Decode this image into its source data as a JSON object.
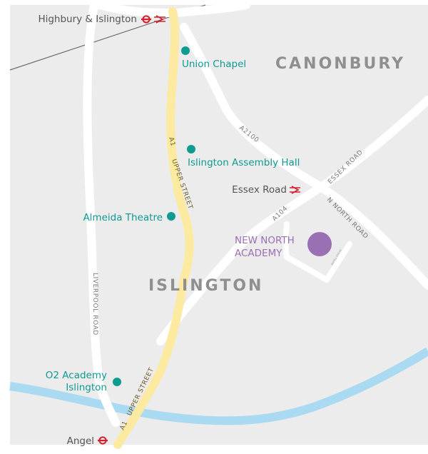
{
  "colors": {
    "land": "#ececec",
    "road": "#ffffff",
    "a1": "#fbeaa0",
    "water": "#a9daf1",
    "poi": "#0f9a92",
    "destination": "#9b6fb4",
    "rail": "#6f6f6f"
  },
  "areas": {
    "canonbury": "CANONBURY",
    "islington": "ISLINGTON"
  },
  "stations": [
    {
      "name": "Highbury & Islington",
      "icons": [
        "underground-icon",
        "national-rail-icon"
      ]
    },
    {
      "name": "Essex Road",
      "icons": [
        "national-rail-icon"
      ]
    },
    {
      "name": "Angel",
      "icons": [
        "underground-icon"
      ]
    }
  ],
  "poi": [
    {
      "name": "Union Chapel"
    },
    {
      "name": "Islington Assembly Hall"
    },
    {
      "name": "Almeida Theatre"
    },
    {
      "name": "O2 Academy",
      "name2": "Islington"
    }
  ],
  "destination": {
    "line1": "NEW NORTH",
    "line2": "ACADEMY"
  },
  "roads": {
    "a1": "A1",
    "upper_street": "UPPER STREET",
    "a1_lower": "A1",
    "upper_street_lower": "UPPER STREET",
    "a2100": "A2100",
    "essex_road": "ESSEX ROAD",
    "n_north_road": "N NORTH ROAD",
    "a104": "A104",
    "liverpool_road": "LIVERPOOL ROAD",
    "small_road": "Ashby Grove"
  }
}
